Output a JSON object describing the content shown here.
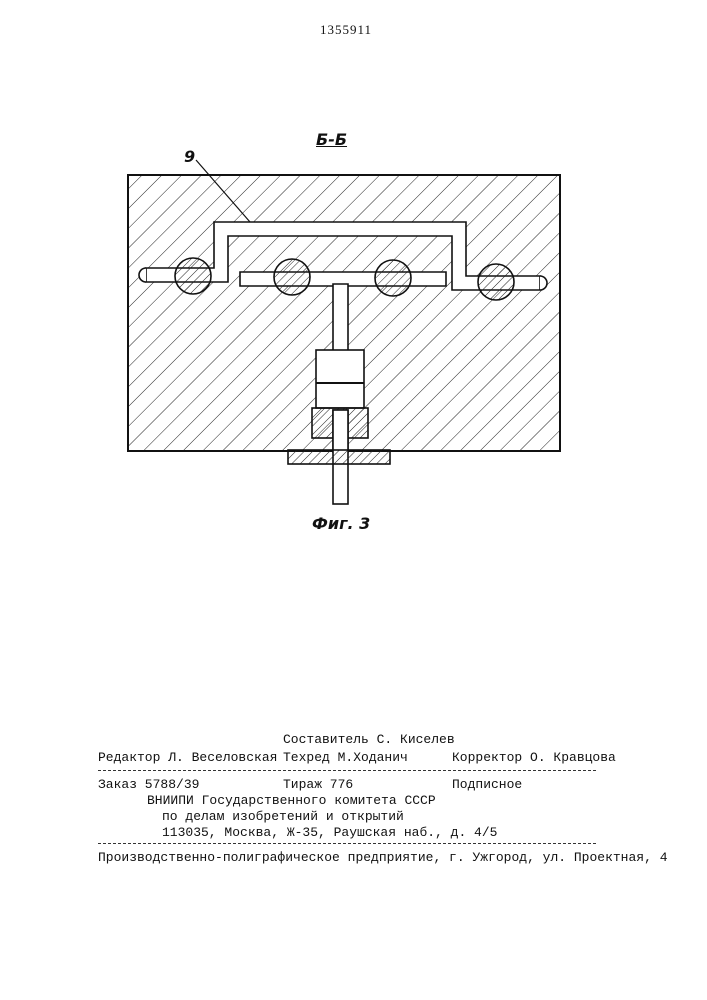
{
  "patent_number": "1355911",
  "drawing": {
    "section_label": "Б-Б",
    "callout_number": "9",
    "figure_caption": "Фиг. 3"
  },
  "footer": {
    "compiler": "Составитель С. Киселев",
    "editor": "Редактор Л. Веселовская",
    "techred": "Техред М.Ходанич",
    "corrector": "Корректор О. Кравцова",
    "order": "Заказ 5788/39",
    "circulation": "Тираж 776",
    "subscription": "Подписное",
    "org_line1": "ВНИИПИ Государственного комитета СССР",
    "org_line2": "по делам изобретений и открытий",
    "org_line3": "113035, Москва, Ж-35, Раушская наб., д. 4/5",
    "printer": "Производственно-полиграфическое предприятие, г. Ужгород, ул. Проектная, 4"
  }
}
